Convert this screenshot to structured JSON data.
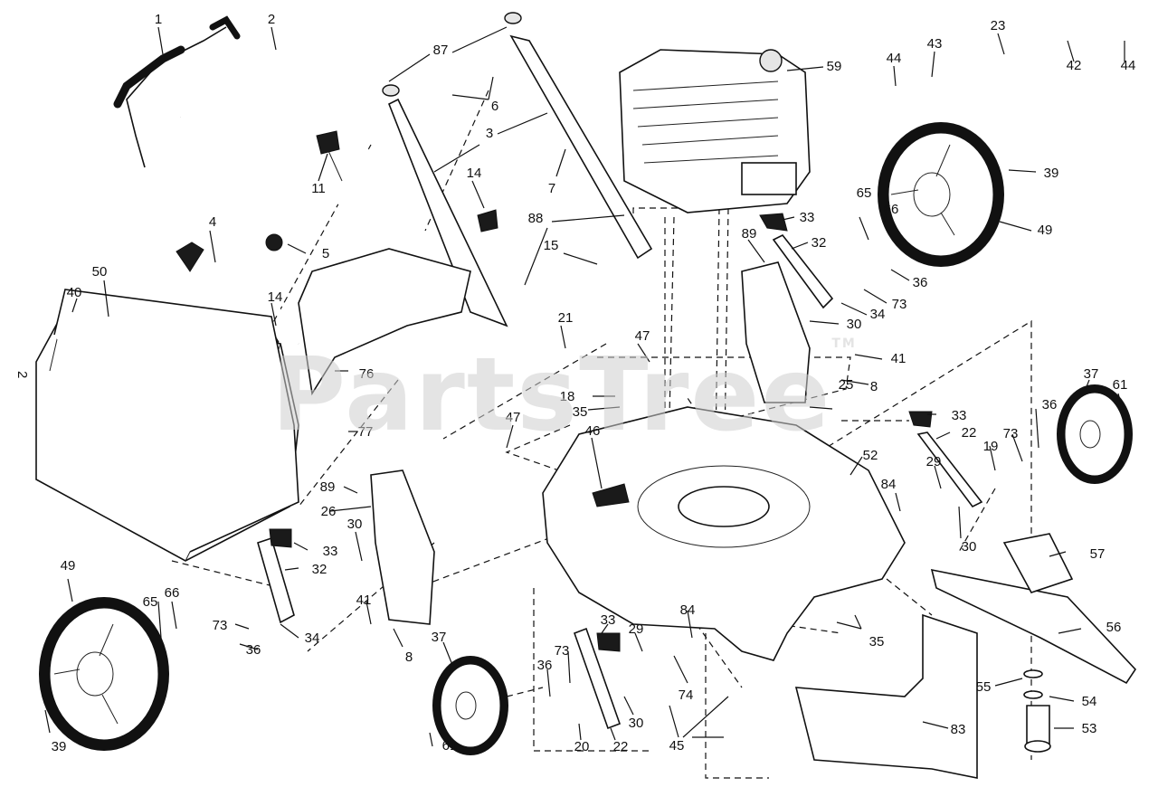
{
  "watermark": "PartsTree",
  "watermark_mark": "TM",
  "side_label": "2",
  "callouts": [
    {
      "id": "c1",
      "text": "1"
    },
    {
      "id": "c2",
      "text": "2"
    },
    {
      "id": "c87",
      "text": "87"
    },
    {
      "id": "c59",
      "text": "59"
    },
    {
      "id": "c23",
      "text": "23"
    },
    {
      "id": "c43",
      "text": "43"
    },
    {
      "id": "c44a",
      "text": "44"
    },
    {
      "id": "c42",
      "text": "42"
    },
    {
      "id": "c44b",
      "text": "44"
    },
    {
      "id": "c6",
      "text": "6"
    },
    {
      "id": "c3",
      "text": "3"
    },
    {
      "id": "c39a",
      "text": "39"
    },
    {
      "id": "c11",
      "text": "11"
    },
    {
      "id": "c7",
      "text": "7"
    },
    {
      "id": "c14a",
      "text": "14"
    },
    {
      "id": "c33a",
      "text": "33"
    },
    {
      "id": "c65a",
      "text": "65"
    },
    {
      "id": "c66a",
      "text": "66"
    },
    {
      "id": "c49a",
      "text": "49"
    },
    {
      "id": "c4",
      "text": "4"
    },
    {
      "id": "c88",
      "text": "88"
    },
    {
      "id": "c89a",
      "text": "89"
    },
    {
      "id": "c32a",
      "text": "32"
    },
    {
      "id": "c5",
      "text": "5"
    },
    {
      "id": "c15",
      "text": "15"
    },
    {
      "id": "c36a",
      "text": "36"
    },
    {
      "id": "c50",
      "text": "50"
    },
    {
      "id": "c40",
      "text": "40"
    },
    {
      "id": "c14b",
      "text": "14"
    },
    {
      "id": "c73a",
      "text": "73"
    },
    {
      "id": "c34a",
      "text": "34"
    },
    {
      "id": "c21",
      "text": "21"
    },
    {
      "id": "c30a",
      "text": "30"
    },
    {
      "id": "c47a",
      "text": "47"
    },
    {
      "id": "c41a",
      "text": "41"
    },
    {
      "id": "c76",
      "text": "76"
    },
    {
      "id": "c8a",
      "text": "8"
    },
    {
      "id": "c37a",
      "text": "37"
    },
    {
      "id": "c61a",
      "text": "61"
    },
    {
      "id": "c18",
      "text": "18"
    },
    {
      "id": "c35a",
      "text": "35"
    },
    {
      "id": "c25",
      "text": "25"
    },
    {
      "id": "c36b",
      "text": "36"
    },
    {
      "id": "c47b",
      "text": "47"
    },
    {
      "id": "c33b",
      "text": "33"
    },
    {
      "id": "c77",
      "text": "77"
    },
    {
      "id": "c46",
      "text": "46"
    },
    {
      "id": "c22a",
      "text": "22"
    },
    {
      "id": "c73b",
      "text": "73"
    },
    {
      "id": "c19",
      "text": "19"
    },
    {
      "id": "c52",
      "text": "52"
    },
    {
      "id": "c29a",
      "text": "29"
    },
    {
      "id": "c89b",
      "text": "89"
    },
    {
      "id": "c84a",
      "text": "84"
    },
    {
      "id": "c26",
      "text": "26"
    },
    {
      "id": "c30b",
      "text": "30"
    },
    {
      "id": "c33c",
      "text": "33"
    },
    {
      "id": "c30c",
      "text": "30"
    },
    {
      "id": "c57",
      "text": "57"
    },
    {
      "id": "c32b",
      "text": "32"
    },
    {
      "id": "c49b",
      "text": "49"
    },
    {
      "id": "c65b",
      "text": "65"
    },
    {
      "id": "c66b",
      "text": "66"
    },
    {
      "id": "c41b",
      "text": "41"
    },
    {
      "id": "c33d",
      "text": "33"
    },
    {
      "id": "c84b",
      "text": "84"
    },
    {
      "id": "c56",
      "text": "56"
    },
    {
      "id": "c73c",
      "text": "73"
    },
    {
      "id": "c34b",
      "text": "34"
    },
    {
      "id": "c29b",
      "text": "29"
    },
    {
      "id": "c37b",
      "text": "37"
    },
    {
      "id": "c8b",
      "text": "8"
    },
    {
      "id": "c36c",
      "text": "36"
    },
    {
      "id": "c73d",
      "text": "73"
    },
    {
      "id": "c35b",
      "text": "35"
    },
    {
      "id": "c36d",
      "text": "36"
    },
    {
      "id": "c74",
      "text": "74"
    },
    {
      "id": "c55",
      "text": "55"
    },
    {
      "id": "c54",
      "text": "54"
    },
    {
      "id": "c39b",
      "text": "39"
    },
    {
      "id": "c30d",
      "text": "30"
    },
    {
      "id": "c45",
      "text": "45"
    },
    {
      "id": "c53",
      "text": "53"
    },
    {
      "id": "c61b",
      "text": "61"
    },
    {
      "id": "c20",
      "text": "20"
    },
    {
      "id": "c22b",
      "text": "22"
    },
    {
      "id": "c83",
      "text": "83"
    }
  ]
}
